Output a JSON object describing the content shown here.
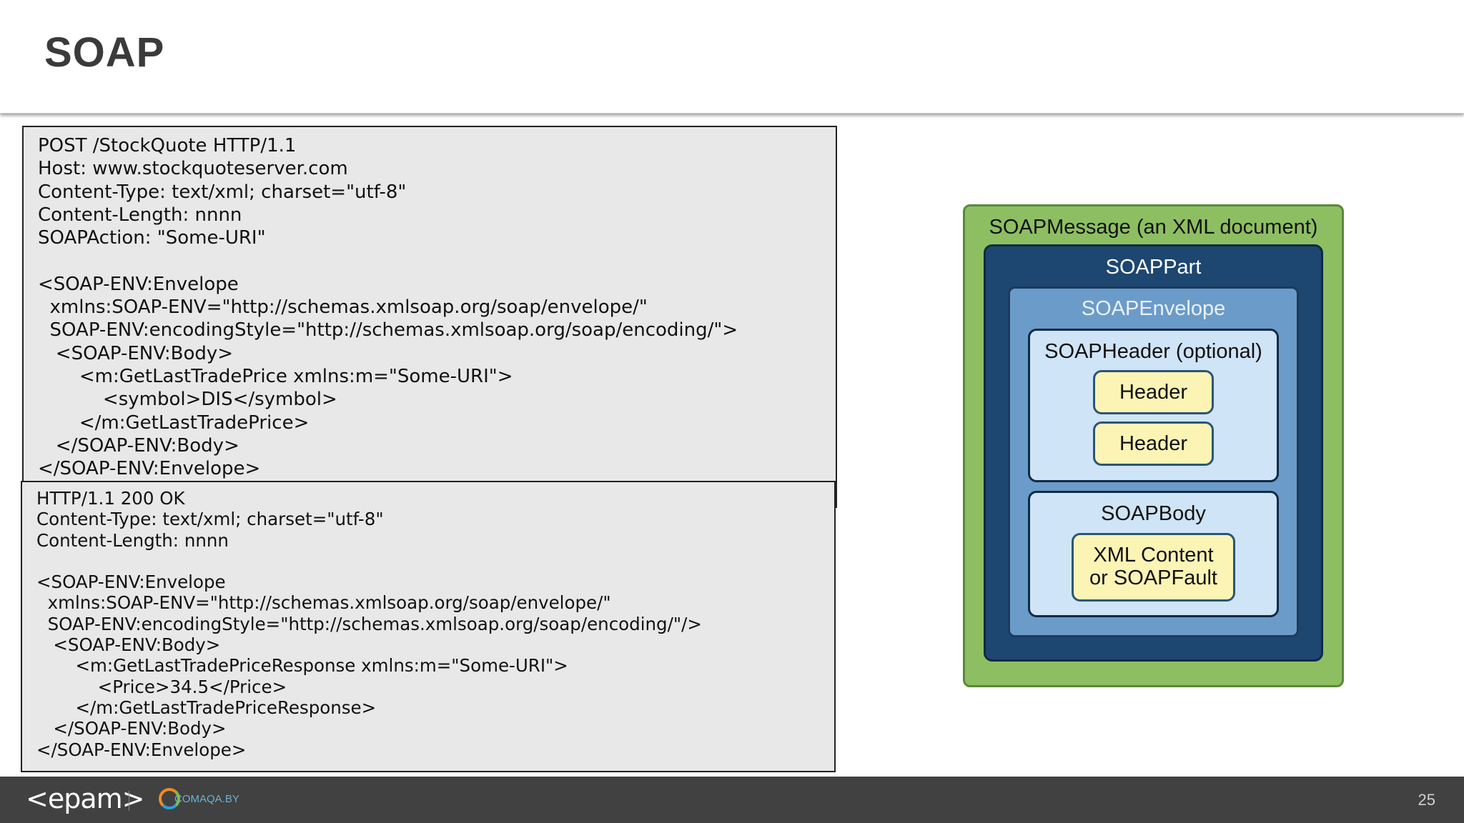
{
  "slide": {
    "title": "SOAP",
    "page_number": "25"
  },
  "request_code": "POST /StockQuote HTTP/1.1\nHost: www.stockquoteserver.com\nContent-Type: text/xml; charset=\"utf-8\"\nContent-Length: nnnn\nSOAPAction: \"Some-URI\"\n\n<SOAP-ENV:Envelope\n  xmlns:SOAP-ENV=\"http://schemas.xmlsoap.org/soap/envelope/\"\n  SOAP-ENV:encodingStyle=\"http://schemas.xmlsoap.org/soap/encoding/\">\n   <SOAP-ENV:Body>\n       <m:GetLastTradePrice xmlns:m=\"Some-URI\">\n           <symbol>DIS</symbol>\n       </m:GetLastTradePrice>\n   </SOAP-ENV:Body>\n</SOAP-ENV:Envelope>",
  "response_code": "HTTP/1.1 200 OK\nContent-Type: text/xml; charset=\"utf-8\"\nContent-Length: nnnn\n\n<SOAP-ENV:Envelope\n  xmlns:SOAP-ENV=\"http://schemas.xmlsoap.org/soap/envelope/\"\n  SOAP-ENV:encodingStyle=\"http://schemas.xmlsoap.org/soap/encoding/\"/>\n   <SOAP-ENV:Body>\n       <m:GetLastTradePriceResponse xmlns:m=\"Some-URI\">\n           <Price>34.5</Price>\n       </m:GetLastTradePriceResponse>\n   </SOAP-ENV:Body>\n</SOAP-ENV:Envelope>",
  "diagram": {
    "message": "SOAPMessage (an XML document)",
    "part": "SOAPPart",
    "envelope": "SOAPEnvelope",
    "header_section": "SOAPHeader (optional)",
    "header_1": "Header",
    "header_2": "Header",
    "body": "SOAPBody",
    "content_line1": "XML Content",
    "content_line2": "or SOAPFault"
  },
  "footer": {
    "brand": "<epam>",
    "partner": "COMAQA.BY"
  },
  "colors": {
    "message_fill": "#8dbf62",
    "part_fill": "#1d4670",
    "envelope_fill": "#6b9bc9",
    "section_fill": "#cfe4f7",
    "pill_fill": "#fbf4b5",
    "footer_bg": "#414141"
  }
}
